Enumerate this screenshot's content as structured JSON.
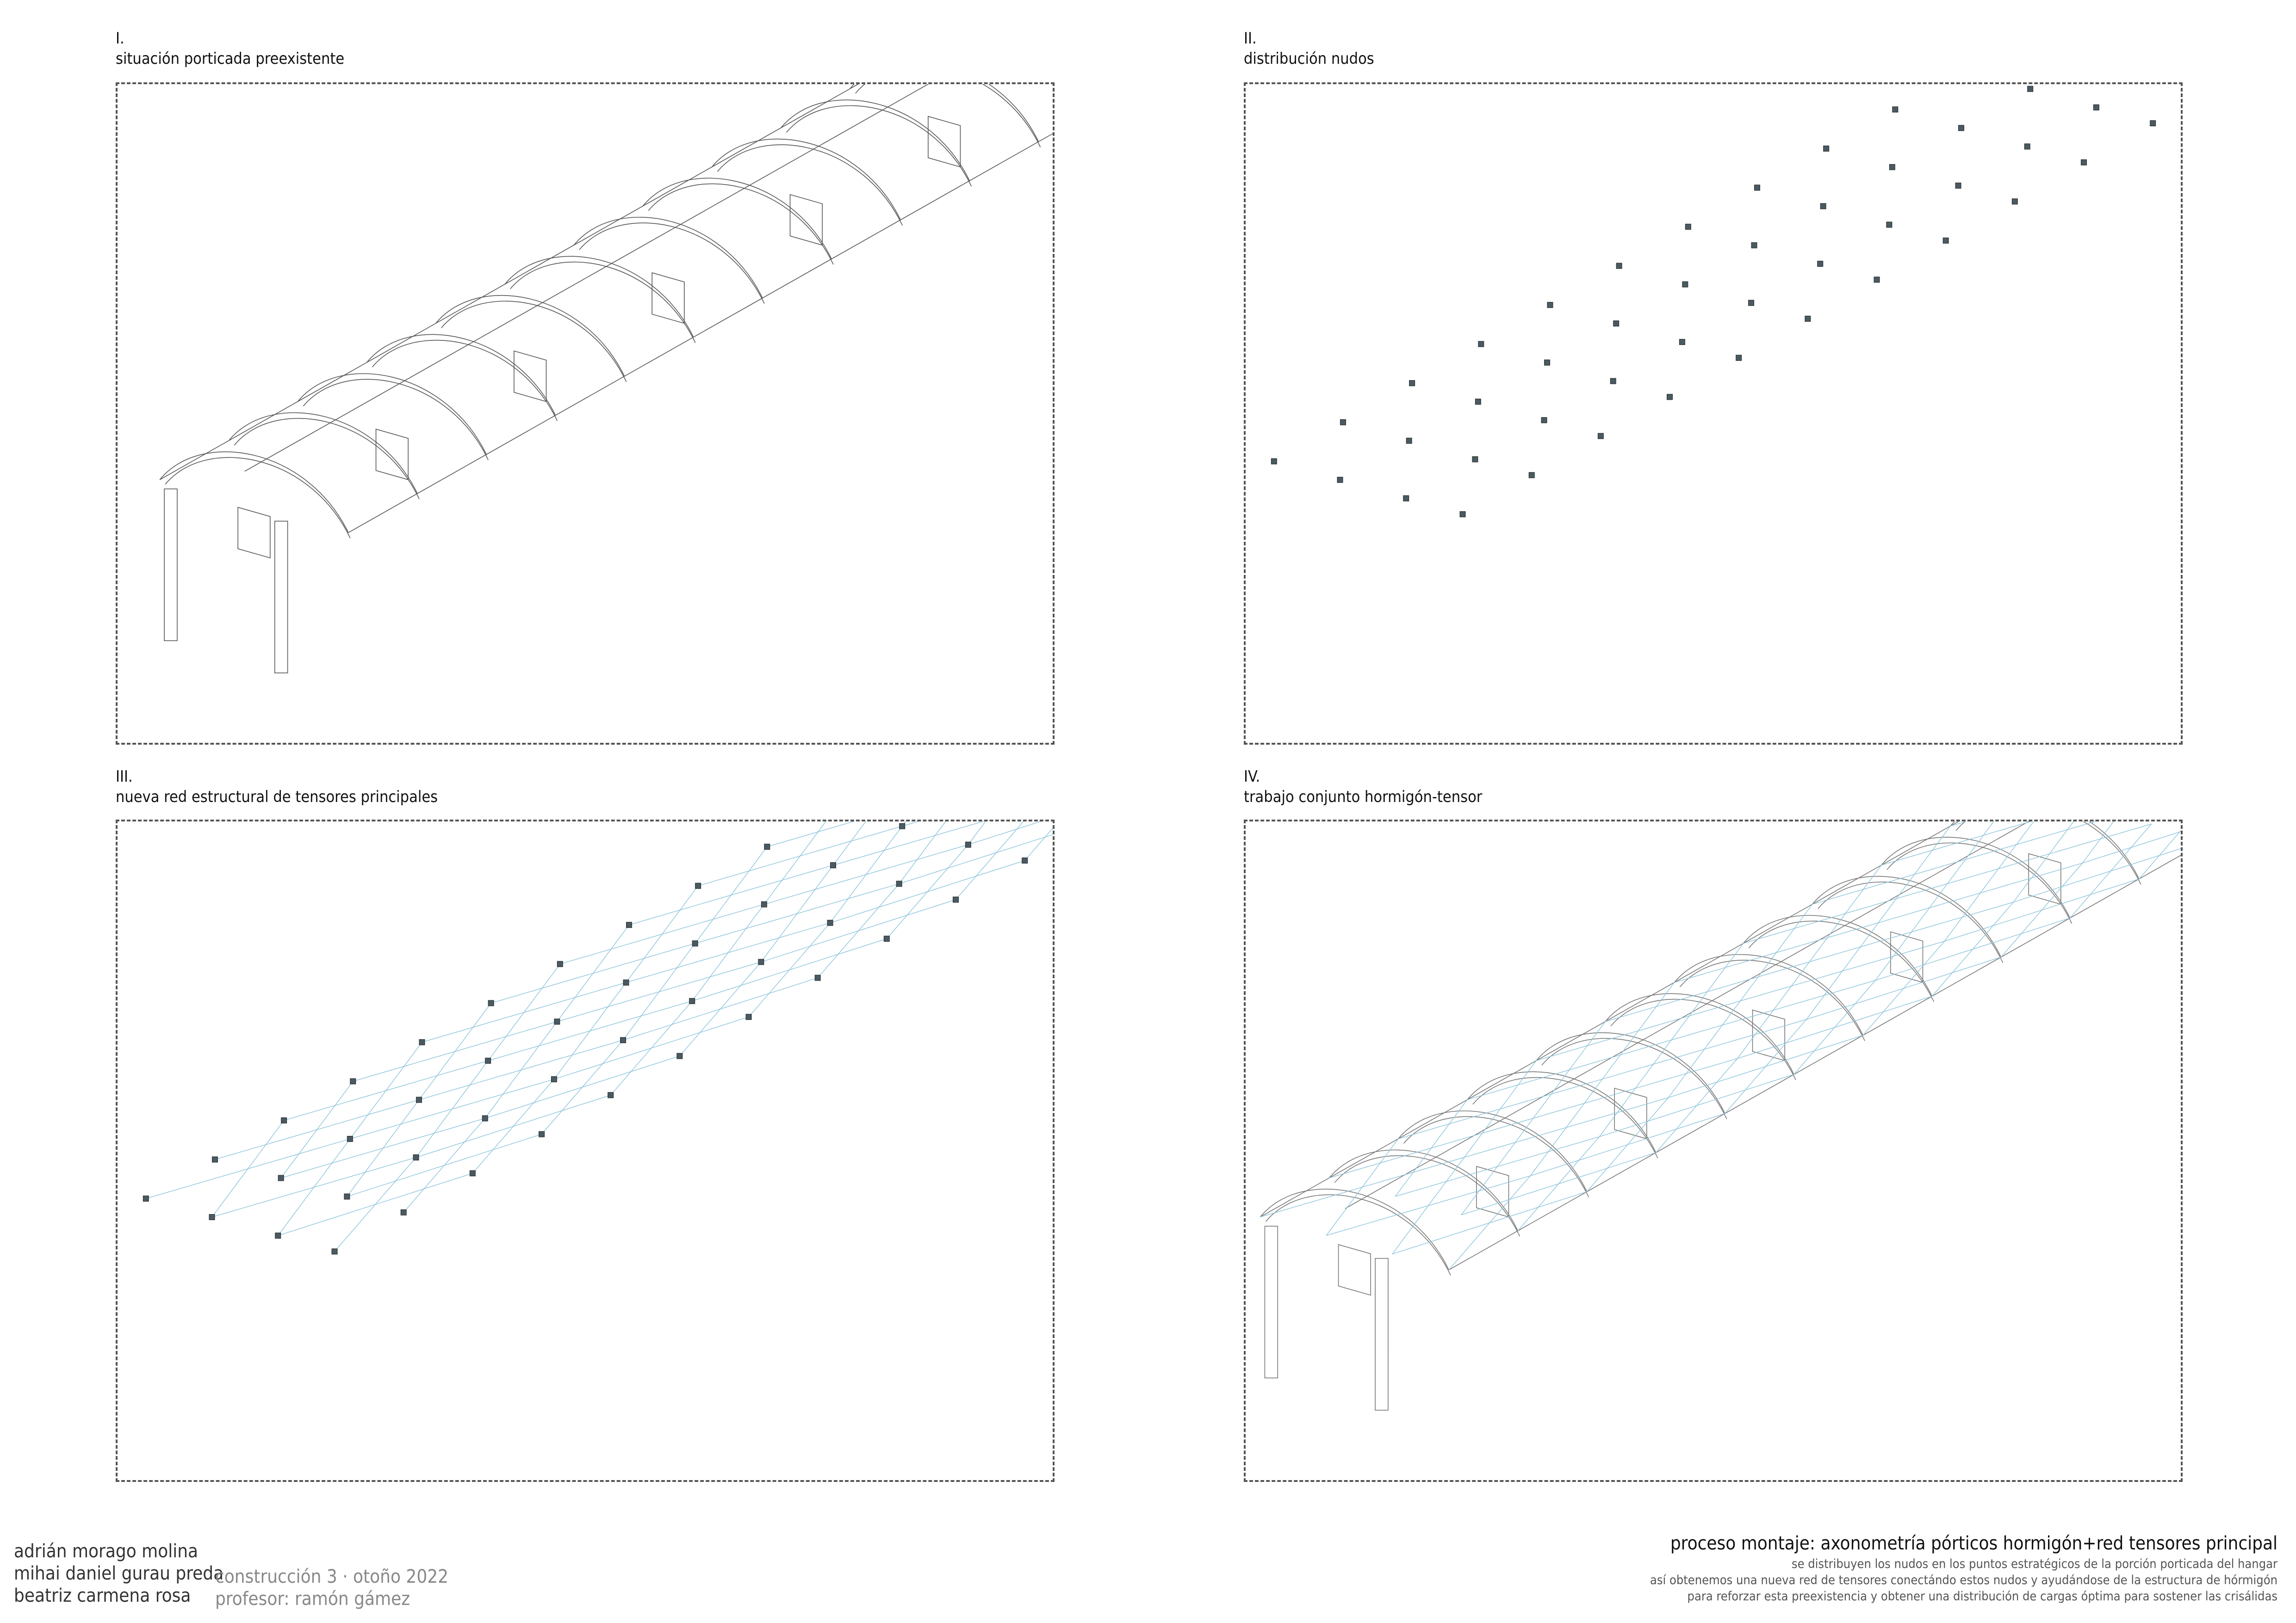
{
  "panels": [
    {
      "number": "I.",
      "caption": "situación porticada preexistente"
    },
    {
      "number": "II.",
      "caption": "distribución nudos"
    },
    {
      "number": "III.",
      "caption": "nueva red estructural de tensores principales"
    },
    {
      "number": "IV.",
      "caption": "trabajo conjunto hormigón-tensor"
    }
  ],
  "authors": [
    "adrián morago molina",
    "mihai daniel gurau preda",
    "beatriz carmena rosa"
  ],
  "course": {
    "line1": "construcción 3 · otoño 2022",
    "line2": "profesor: ramón gámez"
  },
  "description": {
    "title": "proceso montaje: axonometría pórticos hormigón+red tensores principal",
    "lines": [
      "se distribuyen los nudos en los puntos estratégicos de la porción porticada del hangar",
      "así obtenemos una nueva red de tensores conectándo estos nudos y ayudándose de la estructura de hórmigón",
      "para reforzar esta preexistencia y obtener una distribución de cargas óptima para sostener las crisálidas"
    ]
  },
  "colors": {
    "line": "#555555",
    "tensor": "#8cc4dc",
    "node": "#4a5a62",
    "frame": "#555555"
  }
}
